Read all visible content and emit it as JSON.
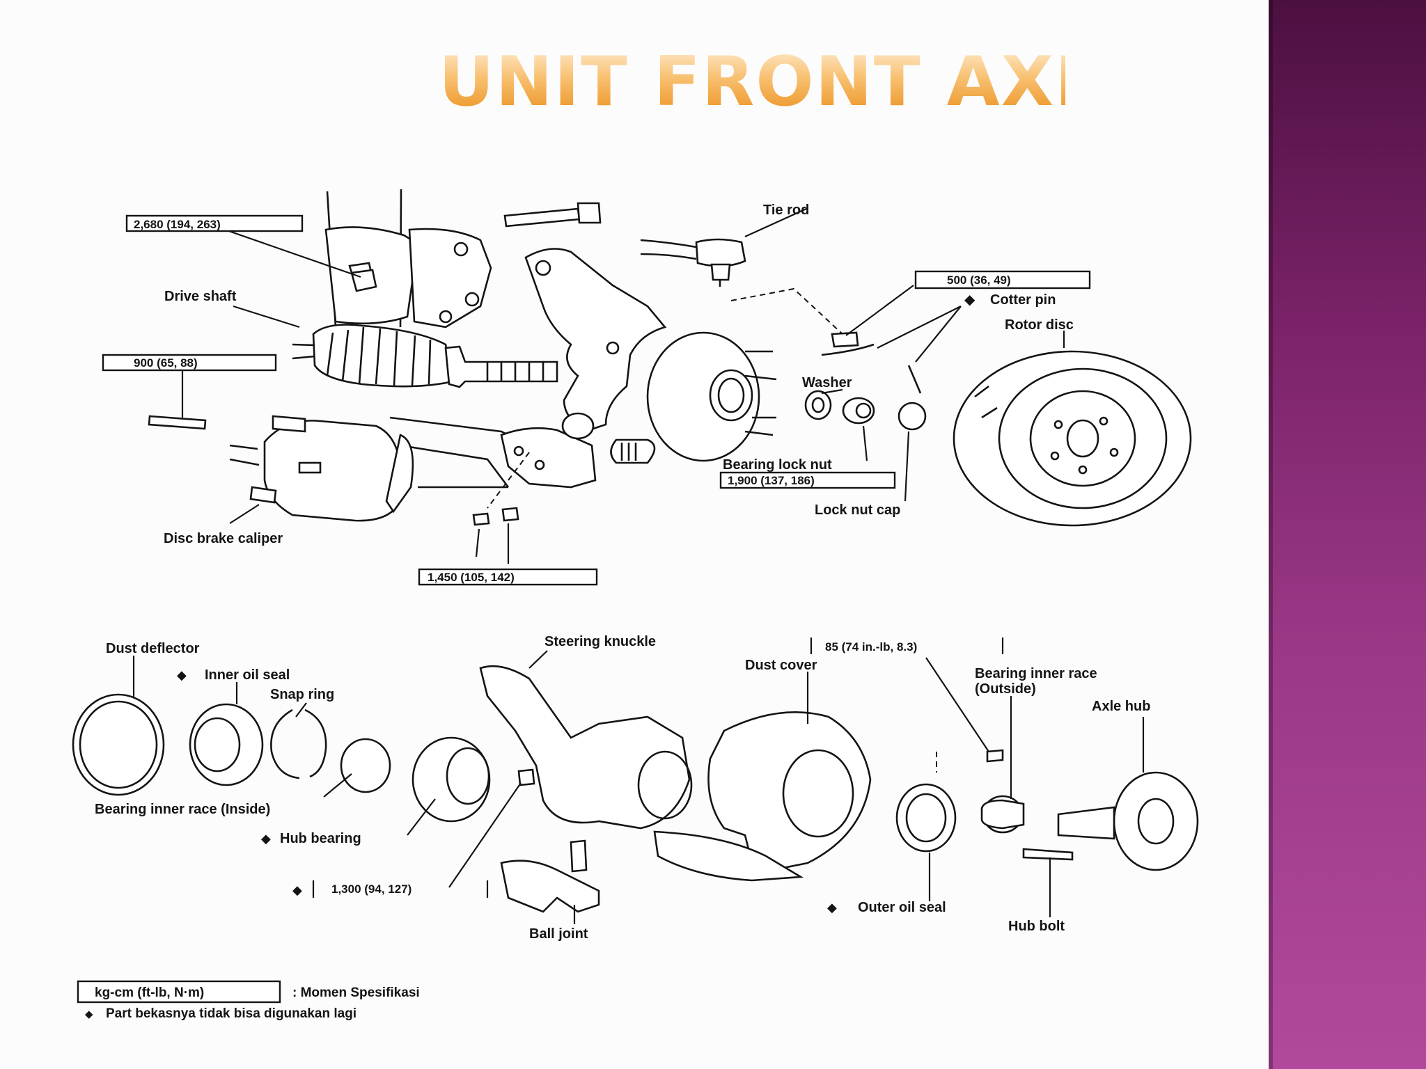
{
  "title": "UNIT FRONT AXLE",
  "colors": {
    "title_gradient_top": "#fff3e0",
    "title_gradient_bottom": "#e88810",
    "side_band_top": "#4c1040",
    "side_band_bottom": "#b2489c",
    "line_art": "#141414"
  },
  "upper_diagram": {
    "torque_labels": {
      "strut_bolt": "2,680 (194, 263)",
      "caliper_bolt": "900 (65, 88)",
      "tie_rod_nut": "500 (36, 49)",
      "lock_nut": "1,900 (137, 186)",
      "ball_joint_nut": "1,450 (105, 142)"
    },
    "part_labels": {
      "tie_rod": "Tie rod",
      "drive_shaft": "Drive shaft",
      "cotter_pin": "Cotter pin",
      "rotor_disc": "Rotor disc",
      "washer": "Washer",
      "bearing_lock_nut": "Bearing lock nut",
      "lock_nut_cap": "Lock nut cap",
      "disc_brake_caliper": "Disc brake caliper"
    }
  },
  "lower_diagram": {
    "torque_labels": {
      "dust_cover_bolt": "85 (74 in.-lb, 8.3)",
      "ball_joint_bolt": "1,300 (94, 127)"
    },
    "part_labels": {
      "dust_deflector": "Dust deflector",
      "inner_oil_seal": "Inner oil seal",
      "snap_ring": "Snap ring",
      "steering_knuckle": "Steering knuckle",
      "dust_cover": "Dust cover",
      "bearing_inner_race_outside_line1": "Bearing inner race",
      "bearing_inner_race_outside_line2": "(Outside)",
      "axle_hub": "Axle hub",
      "bearing_inner_race_inside": "Bearing inner race (Inside)",
      "hub_bearing": "Hub bearing",
      "ball_joint": "Ball joint",
      "outer_oil_seal": "Outer oil seal",
      "hub_bolt": "Hub bolt"
    }
  },
  "legend": {
    "unit_box": "kg-cm (ft-lb, N·m)",
    "unit_meaning": ": Momen Spesifikasi",
    "non_reusable_note": "Part bekasnya tidak bisa digunakan lagi"
  }
}
